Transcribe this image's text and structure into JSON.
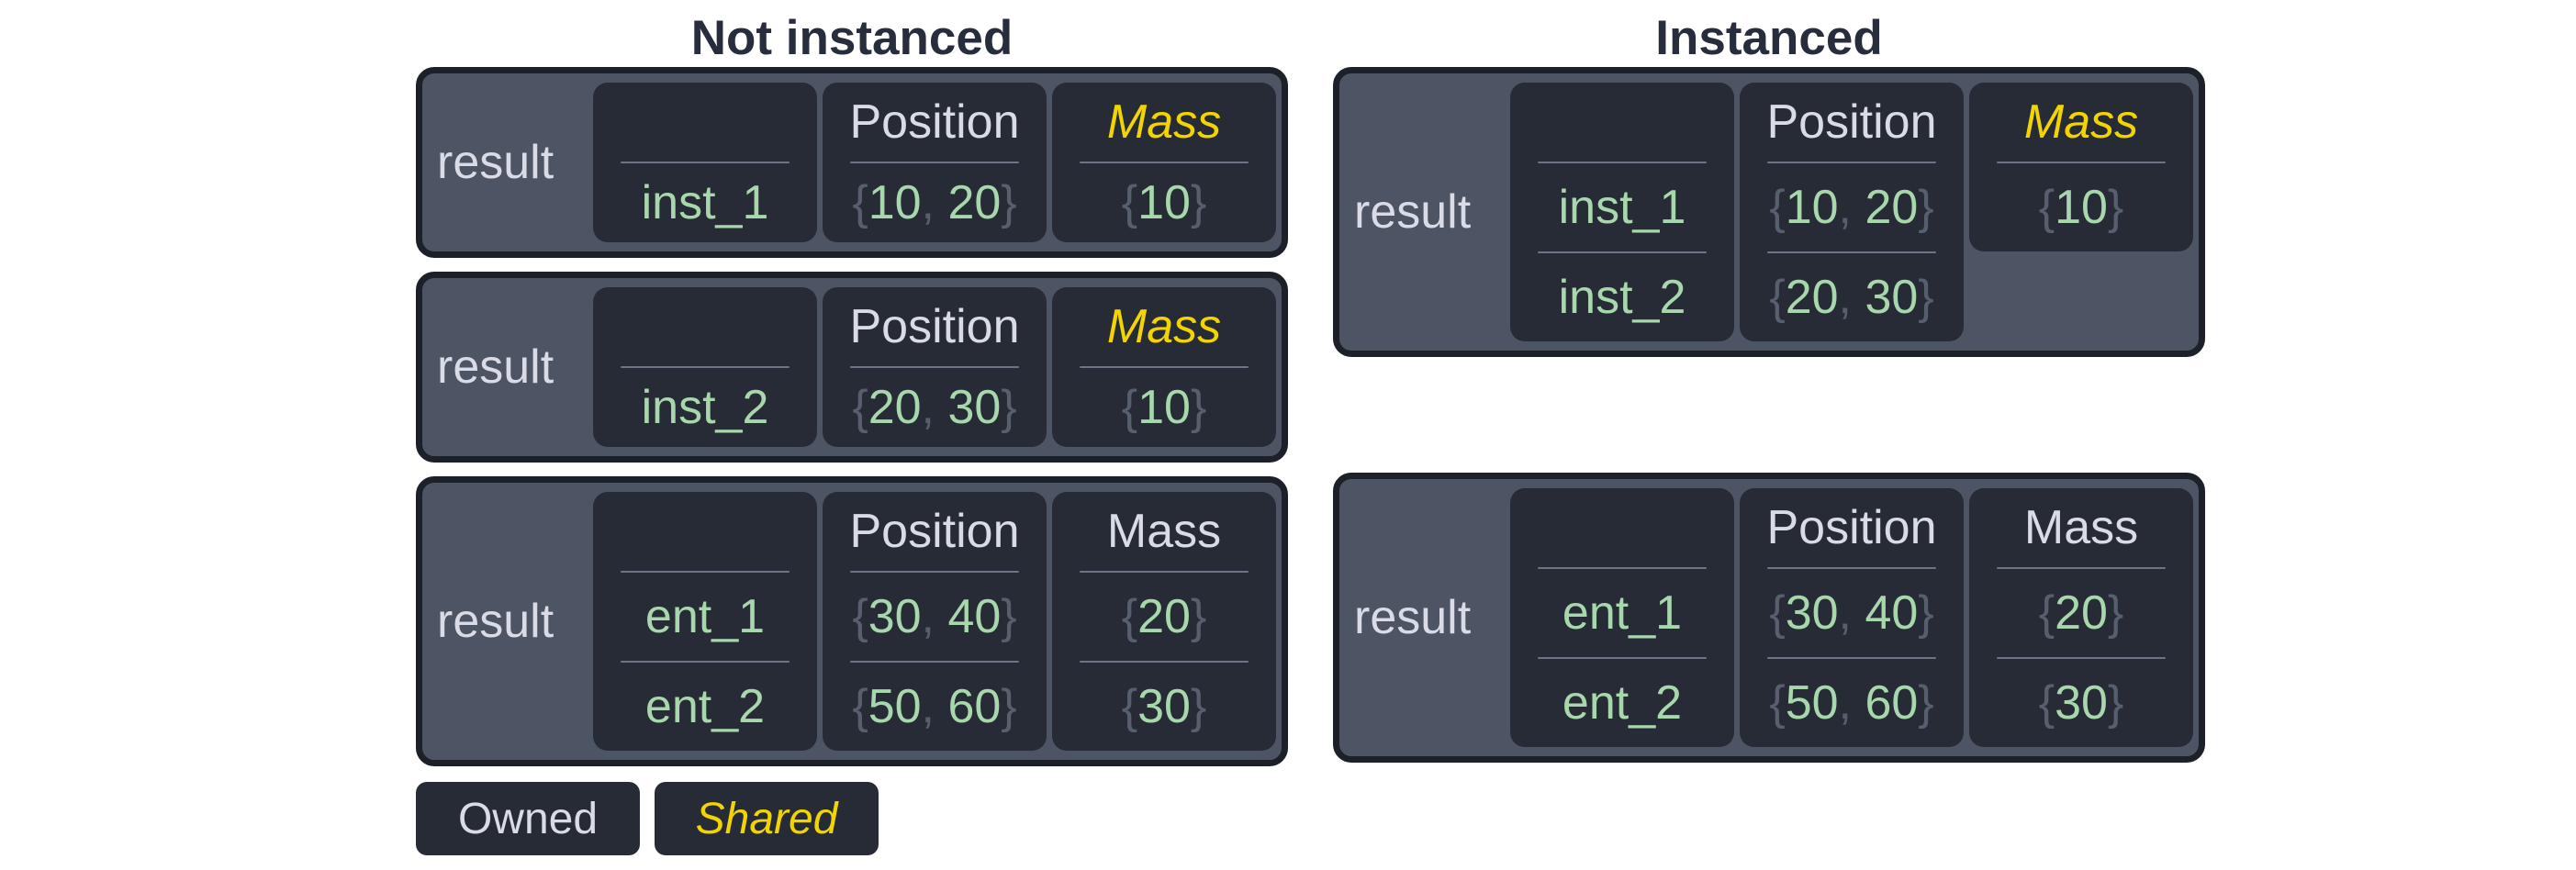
{
  "colors": {
    "background": "#ffffff",
    "panel": "#4d5464",
    "card": "#262b35",
    "border": "#1b2029",
    "title_text": "#272d3c",
    "owned_text": "#d9dce6",
    "shared_text": "#f2d500",
    "value_green": "#a9d7ad",
    "punctuation_gray": "#575f6f",
    "divider": "#6c7486"
  },
  "glyphs": {
    "brace_open": "{",
    "brace_close": "}",
    "separator": ", "
  },
  "legend": {
    "items": [
      {
        "label": "Owned",
        "shared": false
      },
      {
        "label": "Shared",
        "shared": true
      }
    ]
  },
  "columns": [
    {
      "title": "Not instanced",
      "tables": [
        {
          "row_label": "result",
          "rows": 1,
          "cards": [
            {
              "header": "",
              "shared": false,
              "values": [
                {
                  "type": "name",
                  "text": "inst_1"
                }
              ]
            },
            {
              "header": "Position",
              "shared": false,
              "values": [
                {
                  "type": "tuple",
                  "numbers": [
                    "10",
                    "20"
                  ]
                }
              ]
            },
            {
              "header": "Mass",
              "shared": true,
              "values": [
                {
                  "type": "tuple",
                  "numbers": [
                    "10"
                  ]
                }
              ]
            }
          ]
        },
        {
          "row_label": "result",
          "rows": 1,
          "cards": [
            {
              "header": "",
              "shared": false,
              "values": [
                {
                  "type": "name",
                  "text": "inst_2"
                }
              ]
            },
            {
              "header": "Position",
              "shared": false,
              "values": [
                {
                  "type": "tuple",
                  "numbers": [
                    "20",
                    "30"
                  ]
                }
              ]
            },
            {
              "header": "Mass",
              "shared": true,
              "values": [
                {
                  "type": "tuple",
                  "numbers": [
                    "10"
                  ]
                }
              ]
            }
          ]
        },
        {
          "row_label": "result",
          "rows": 2,
          "cards": [
            {
              "header": "",
              "shared": false,
              "values": [
                {
                  "type": "name",
                  "text": "ent_1"
                },
                {
                  "type": "name",
                  "text": "ent_2"
                }
              ]
            },
            {
              "header": "Position",
              "shared": false,
              "values": [
                {
                  "type": "tuple",
                  "numbers": [
                    "30",
                    "40"
                  ]
                },
                {
                  "type": "tuple",
                  "numbers": [
                    "50",
                    "60"
                  ]
                }
              ]
            },
            {
              "header": "Mass",
              "shared": false,
              "values": [
                {
                  "type": "tuple",
                  "numbers": [
                    "20"
                  ]
                },
                {
                  "type": "tuple",
                  "numbers": [
                    "30"
                  ]
                }
              ]
            }
          ]
        }
      ]
    },
    {
      "title": "Instanced",
      "tables": [
        {
          "row_label": "result",
          "rows": 2,
          "cards": [
            {
              "header": "",
              "shared": false,
              "values": [
                {
                  "type": "name",
                  "text": "inst_1"
                },
                {
                  "type": "name",
                  "text": "inst_2"
                }
              ]
            },
            {
              "header": "Position",
              "shared": false,
              "values": [
                {
                  "type": "tuple",
                  "numbers": [
                    "10",
                    "20"
                  ]
                },
                {
                  "type": "tuple",
                  "numbers": [
                    "20",
                    "30"
                  ]
                }
              ]
            },
            {
              "header": "Mass",
              "shared": true,
              "values": [
                {
                  "type": "tuple",
                  "numbers": [
                    "10"
                  ]
                }
              ]
            }
          ]
        },
        {
          "row_label": "result",
          "rows": 2,
          "cards": [
            {
              "header": "",
              "shared": false,
              "values": [
                {
                  "type": "name",
                  "text": "ent_1"
                },
                {
                  "type": "name",
                  "text": "ent_2"
                }
              ]
            },
            {
              "header": "Position",
              "shared": false,
              "values": [
                {
                  "type": "tuple",
                  "numbers": [
                    "30",
                    "40"
                  ]
                },
                {
                  "type": "tuple",
                  "numbers": [
                    "50",
                    "60"
                  ]
                }
              ]
            },
            {
              "header": "Mass",
              "shared": false,
              "values": [
                {
                  "type": "tuple",
                  "numbers": [
                    "20"
                  ]
                },
                {
                  "type": "tuple",
                  "numbers": [
                    "30"
                  ]
                }
              ]
            }
          ]
        }
      ]
    }
  ]
}
